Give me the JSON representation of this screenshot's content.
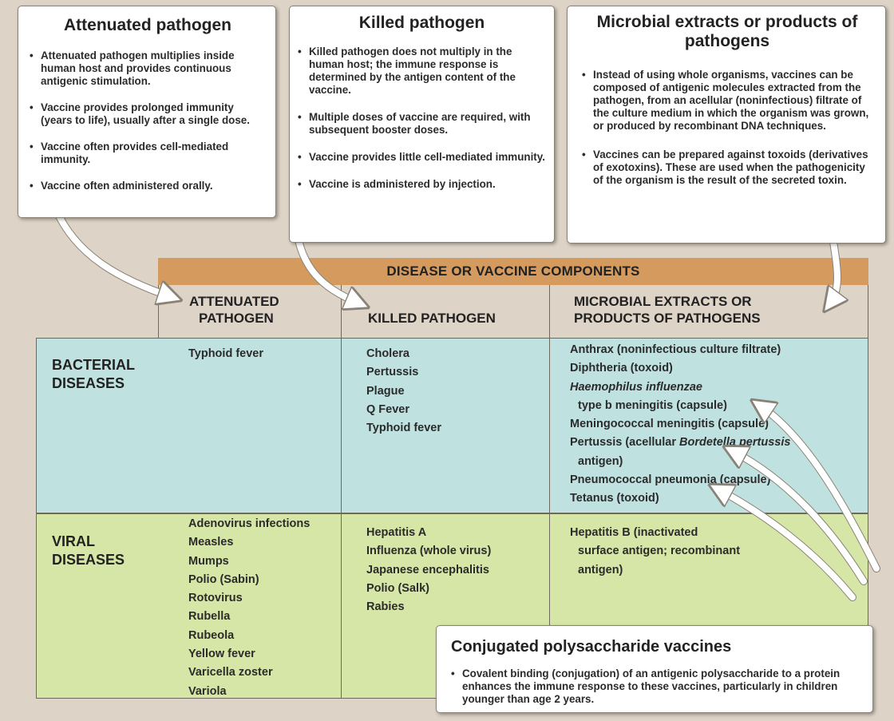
{
  "callouts": {
    "attenuated": {
      "title": "Attenuated pathogen",
      "bullets": [
        "Attenuated pathogen multiplies inside human host and provides continuous antigenic stimulation.",
        "Vaccine provides prolonged immunity (years to life), usually after a single dose.",
        "Vaccine often provides cell-mediated immunity.",
        "Vaccine often administered orally."
      ]
    },
    "killed": {
      "title": "Killed pathogen",
      "bullets": [
        "Killed pathogen does not multiply in the human host; the immune response is determined by the antigen content of the vaccine.",
        "Multiple doses of vaccine are required, with subsequent booster doses.",
        "Vaccine provides little cell-mediated immunity.",
        "Vaccine is administered by injection."
      ]
    },
    "microbial": {
      "title": "Microbial extracts or products of pathogens",
      "bullets": [
        "Instead of using whole organisms, vaccines can be composed of antigenic molecules extracted from the pathogen, from an acellular (noninfectious) filtrate of the culture medium in which the organism was grown, or produced by recombinant DNA techniques.",
        "Vaccines can be prepared against toxoids (derivatives of exotoxins). These are used when the pathogenicity of the organism is the result of the secreted toxin."
      ]
    },
    "conjugated": {
      "title": "Conjugated polysaccharide vaccines",
      "bullets": [
        "Covalent binding (conjugation) of an antigenic polysaccharide to a protein enhances the immune response to these vaccines, particularly in children younger than age 2 years."
      ]
    }
  },
  "table": {
    "header": "DISEASE OR VACCINE COMPONENTS",
    "columns": {
      "attenuated": [
        "ATTENUATED",
        "PATHOGEN"
      ],
      "killed": [
        "KILLED PATHOGEN"
      ],
      "microbial": [
        "MICROBIAL EXTRACTS OR",
        "PRODUCTS OF PATHOGENS"
      ]
    },
    "rows": {
      "bacterial": {
        "label": [
          "BACTERIAL",
          "DISEASES"
        ],
        "attenuated": [
          "Typhoid fever"
        ],
        "killed": [
          "Cholera",
          "Pertussis",
          "Plague",
          "Q Fever",
          "Typhoid fever"
        ],
        "microbial": {
          "l1": "Anthrax (noninfectious culture filtrate)",
          "l2": "Diphtheria (toxoid)",
          "l3": "Haemophilus influenzae",
          "l4": "type b meningitis (capsule)",
          "l5": "Meningococcal meningitis (capsule)",
          "l6a": "Pertussis (acellular ",
          "l6b": "Bordetella pertussis",
          "l7": "antigen)",
          "l8": "Pneumococcal pneumonia (capsule)",
          "l9": "Tetanus (toxoid)"
        }
      },
      "viral": {
        "label": [
          "VIRAL",
          "DISEASES"
        ],
        "attenuated": [
          "Adenovirus infections",
          "Measles",
          "Mumps",
          "Polio (Sabin)",
          "Rotovirus",
          "Rubella",
          "Rubeola",
          "Yellow fever",
          "Varicella zoster",
          "Variola"
        ],
        "killed": [
          "Hepatitis A",
          "Influenza (whole virus)",
          "Japanese encephalitis",
          "Polio (Salk)",
          "Rabies"
        ],
        "microbial": [
          "Hepatitis B (inactivated",
          "surface antigen; recombinant",
          "antigen)"
        ]
      }
    }
  },
  "colors": {
    "background": "#ddd3c6",
    "header": "#d49a5e",
    "bacterial_row": "#bfe2e1",
    "viral_row": "#d6e6a6",
    "callout": "#ffffff"
  }
}
